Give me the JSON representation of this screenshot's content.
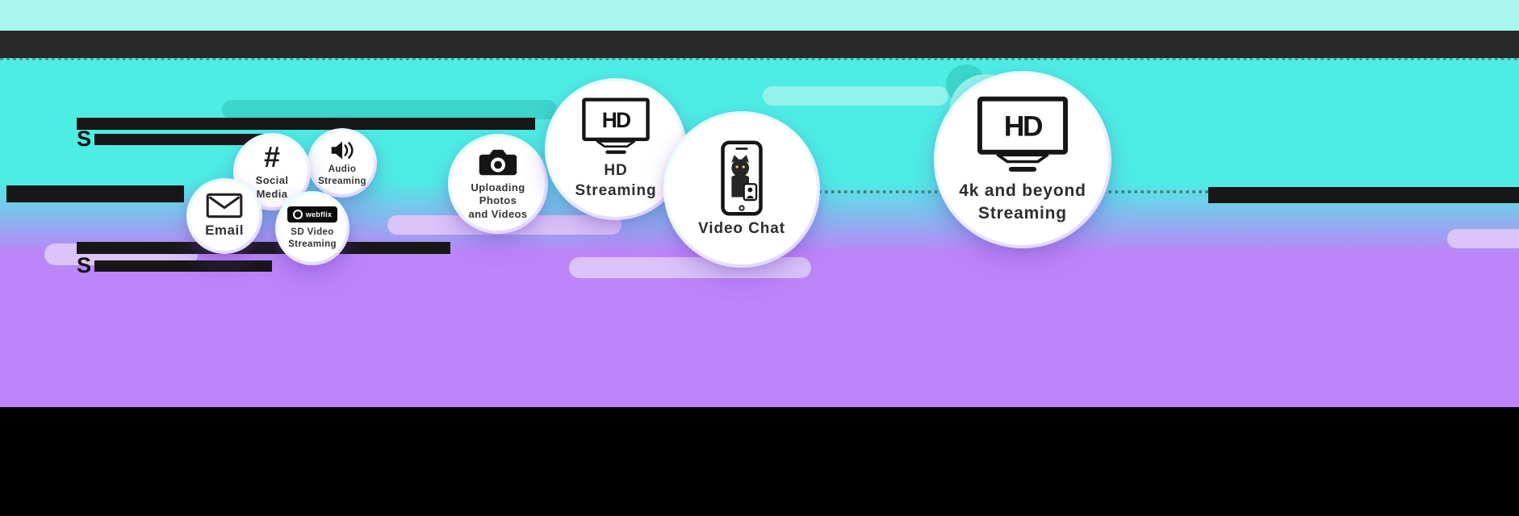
{
  "colors": {
    "background_cyan": "#4DEDE4",
    "background_cyan_light": "#A9F5F0",
    "background_purple": "#BC85F8",
    "header_bar": "#282828",
    "footer_black": "#000000",
    "speed_line_teal": "#3CD5CA",
    "speed_line_cyan_light": "#93F3EC",
    "speed_line_lavender": "#DAC4F9",
    "redacted_bar": "#171717",
    "label_text": "#333333"
  },
  "redacted": {
    "s1": "S",
    "s2": "S"
  },
  "bubbles": [
    {
      "id": "email",
      "label": "Email"
    },
    {
      "id": "social-media",
      "icon_text": "#",
      "label": "Social",
      "label2": "Media"
    },
    {
      "id": "audio-streaming",
      "label": "Audio",
      "label2": "Streaming"
    },
    {
      "id": "sd-video-streaming",
      "brand": "webflix",
      "label": "SD Video",
      "label2": "Streaming"
    },
    {
      "id": "uploading-photos",
      "label": "Uploading Photos",
      "label2": "and Videos"
    },
    {
      "id": "hd-streaming",
      "tv_label": "HD",
      "label": "HD",
      "label2": "Streaming"
    },
    {
      "id": "video-chat",
      "label": "Video Chat"
    },
    {
      "id": "4k-streaming",
      "tv_label": "HD",
      "label": "4k and beyond",
      "label2": "Streaming"
    }
  ]
}
